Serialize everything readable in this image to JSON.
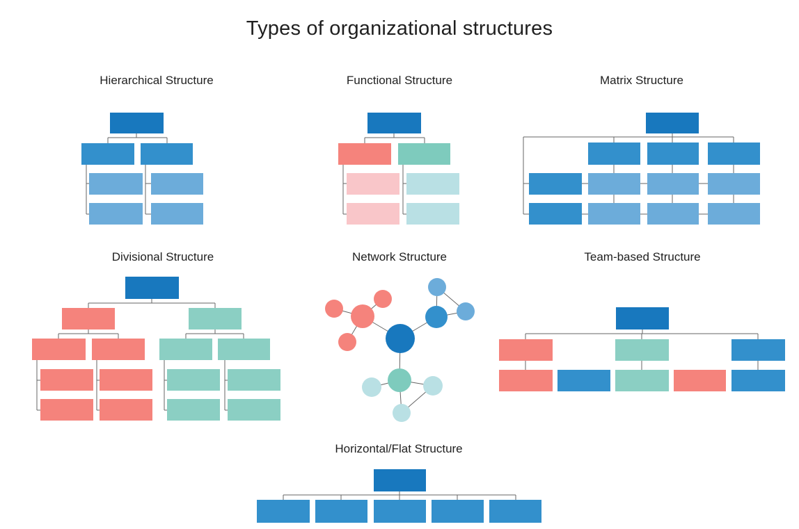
{
  "title": "Types of organizational structures",
  "colors": {
    "blue_dark": "#1878be",
    "blue": "#3390cc",
    "blue_light": "#6cacda",
    "salmon": "#f5837c",
    "pink": "#f9c6c9",
    "teal": "#7ecbbd",
    "teal_soft": "#8bcfc3",
    "cyan": "#b9e0e4",
    "line": "#646464",
    "text": "#1f1f1f"
  },
  "panels": [
    {
      "id": "hierarchical",
      "label": "Hierarchical Structure",
      "boxes": [
        [
          158,
          162,
          77,
          30,
          "blue_dark"
        ],
        [
          117,
          206,
          76,
          31,
          "blue"
        ],
        [
          202,
          206,
          75,
          31,
          "blue"
        ],
        [
          128,
          249,
          77,
          31,
          "blue_light"
        ],
        [
          217,
          249,
          75,
          31,
          "blue_light"
        ],
        [
          128,
          292,
          77,
          31,
          "blue_light"
        ],
        [
          217,
          292,
          75,
          31,
          "blue_light"
        ]
      ],
      "lines": [
        [
          196,
          192,
          196,
          198
        ],
        [
          155,
          198,
          240,
          198
        ],
        [
          155,
          198,
          155,
          206
        ],
        [
          240,
          198,
          240,
          206
        ],
        [
          124,
          237,
          124,
          308
        ],
        [
          124,
          264,
          128,
          264
        ],
        [
          124,
          308,
          128,
          308
        ],
        [
          209,
          237,
          209,
          308
        ],
        [
          209,
          264,
          217,
          264
        ],
        [
          209,
          308,
          217,
          308
        ]
      ]
    },
    {
      "id": "functional",
      "label": "Functional Structure",
      "boxes": [
        [
          528,
          162,
          77,
          30,
          "blue_dark"
        ],
        [
          486,
          206,
          76,
          31,
          "salmon"
        ],
        [
          572,
          206,
          75,
          31,
          "teal"
        ],
        [
          498,
          249,
          76,
          31,
          "pink"
        ],
        [
          584,
          249,
          76,
          31,
          "cyan"
        ],
        [
          498,
          292,
          76,
          31,
          "pink"
        ],
        [
          584,
          292,
          76,
          31,
          "cyan"
        ]
      ],
      "lines": [
        [
          566,
          192,
          566,
          198
        ],
        [
          524,
          198,
          610,
          198
        ],
        [
          524,
          198,
          524,
          206
        ],
        [
          610,
          198,
          610,
          206
        ],
        [
          493,
          237,
          493,
          308
        ],
        [
          493,
          264,
          498,
          264
        ],
        [
          493,
          308,
          498,
          308
        ],
        [
          579,
          237,
          579,
          308
        ],
        [
          579,
          264,
          584,
          264
        ],
        [
          579,
          308,
          584,
          308
        ]
      ]
    },
    {
      "id": "matrix",
      "label": "Matrix Structure",
      "boxes": [
        [
          928,
          162,
          76,
          30,
          "blue_dark"
        ],
        [
          845,
          205,
          75,
          32,
          "blue"
        ],
        [
          930,
          205,
          74,
          32,
          "blue"
        ],
        [
          1017,
          205,
          75,
          32,
          "blue"
        ],
        [
          760,
          249,
          76,
          31,
          "blue"
        ],
        [
          760,
          292,
          76,
          31,
          "blue"
        ],
        [
          845,
          249,
          75,
          31,
          "blue_light"
        ],
        [
          930,
          249,
          74,
          31,
          "blue_light"
        ],
        [
          1017,
          249,
          75,
          31,
          "blue_light"
        ],
        [
          845,
          292,
          75,
          31,
          "blue_light"
        ],
        [
          930,
          292,
          74,
          31,
          "blue_light"
        ],
        [
          1017,
          292,
          75,
          31,
          "blue_light"
        ]
      ],
      "lines": [
        [
          966,
          192,
          966,
          197
        ],
        [
          752,
          197,
          1054,
          197
        ],
        [
          882,
          197,
          882,
          205
        ],
        [
          966,
          197,
          966,
          205
        ],
        [
          1054,
          197,
          1054,
          205
        ],
        [
          752,
          197,
          752,
          308
        ],
        [
          752,
          264,
          760,
          264
        ],
        [
          752,
          308,
          760,
          308
        ],
        [
          882,
          237,
          882,
          249
        ],
        [
          966,
          237,
          966,
          249
        ],
        [
          1054,
          237,
          1054,
          249
        ],
        [
          882,
          280,
          882,
          292
        ],
        [
          966,
          280,
          966,
          292
        ],
        [
          1054,
          280,
          1054,
          292
        ],
        [
          836,
          264,
          845,
          264
        ],
        [
          920,
          264,
          930,
          264
        ],
        [
          1004,
          264,
          1017,
          264
        ],
        [
          836,
          308,
          845,
          308
        ],
        [
          920,
          308,
          930,
          308
        ],
        [
          1004,
          308,
          1017,
          308
        ]
      ]
    },
    {
      "id": "divisional",
      "label": "Divisional Structure",
      "boxes": [
        [
          180,
          398,
          77,
          32,
          "blue_dark"
        ],
        [
          89,
          443,
          76,
          31,
          "salmon"
        ],
        [
          271,
          443,
          76,
          31,
          "teal_soft"
        ],
        [
          46,
          487,
          77,
          31,
          "salmon"
        ],
        [
          132,
          487,
          76,
          31,
          "salmon"
        ],
        [
          229,
          487,
          76,
          31,
          "teal_soft"
        ],
        [
          313,
          487,
          75,
          31,
          "teal_soft"
        ],
        [
          58,
          531,
          76,
          31,
          "salmon"
        ],
        [
          143,
          531,
          76,
          31,
          "salmon"
        ],
        [
          240,
          531,
          76,
          31,
          "teal_soft"
        ],
        [
          327,
          531,
          76,
          31,
          "teal_soft"
        ],
        [
          58,
          574,
          76,
          31,
          "salmon"
        ],
        [
          143,
          574,
          76,
          31,
          "salmon"
        ],
        [
          240,
          574,
          76,
          31,
          "teal_soft"
        ],
        [
          327,
          574,
          76,
          31,
          "teal_soft"
        ]
      ],
      "lines": [
        [
          218,
          430,
          218,
          436
        ],
        [
          127,
          436,
          309,
          436
        ],
        [
          127,
          436,
          127,
          443
        ],
        [
          309,
          436,
          309,
          443
        ],
        [
          127,
          474,
          127,
          480
        ],
        [
          84,
          480,
          170,
          480
        ],
        [
          84,
          480,
          84,
          487
        ],
        [
          170,
          480,
          170,
          487
        ],
        [
          309,
          474,
          309,
          480
        ],
        [
          267,
          480,
          350,
          480
        ],
        [
          267,
          480,
          267,
          487
        ],
        [
          350,
          480,
          350,
          487
        ],
        [
          53,
          518,
          53,
          590
        ],
        [
          53,
          547,
          58,
          547
        ],
        [
          53,
          590,
          58,
          590
        ],
        [
          139,
          518,
          139,
          590
        ],
        [
          139,
          547,
          143,
          547
        ],
        [
          139,
          590,
          143,
          590
        ],
        [
          236,
          518,
          236,
          590
        ],
        [
          236,
          547,
          240,
          547
        ],
        [
          236,
          590,
          240,
          590
        ],
        [
          323,
          518,
          323,
          590
        ],
        [
          323,
          547,
          327,
          547
        ],
        [
          323,
          590,
          327,
          590
        ]
      ]
    },
    {
      "id": "network",
      "label": "Network Structure",
      "lines": [
        [
          575,
          487,
          521,
          455
        ],
        [
          575,
          487,
          627,
          456
        ],
        [
          575,
          487,
          574,
          547
        ],
        [
          521,
          455,
          480,
          444
        ],
        [
          521,
          455,
          550,
          430
        ],
        [
          521,
          455,
          499,
          492
        ],
        [
          627,
          456,
          628,
          413
        ],
        [
          627,
          456,
          669,
          448
        ],
        [
          628,
          413,
          669,
          448
        ],
        [
          574,
          547,
          534,
          557
        ],
        [
          574,
          547,
          622,
          555
        ],
        [
          574,
          547,
          577,
          594
        ],
        [
          622,
          555,
          577,
          594
        ]
      ],
      "circles": [
        [
          521,
          455,
          17,
          "salmon"
        ],
        [
          480,
          444,
          13,
          "salmon"
        ],
        [
          550,
          430,
          13,
          "salmon"
        ],
        [
          499,
          492,
          13,
          "salmon"
        ],
        [
          627,
          456,
          16,
          "blue"
        ],
        [
          628,
          413,
          13,
          "blue_light"
        ],
        [
          669,
          448,
          13,
          "blue_light"
        ],
        [
          574,
          547,
          17,
          "teal"
        ],
        [
          534,
          557,
          14,
          "cyan"
        ],
        [
          622,
          555,
          14,
          "cyan"
        ],
        [
          577,
          594,
          13,
          "cyan"
        ],
        [
          575,
          487,
          21,
          "blue_dark"
        ]
      ]
    },
    {
      "id": "team-based",
      "label": "Team-based Structure",
      "boxes": [
        [
          885,
          442,
          76,
          32,
          "blue_dark"
        ],
        [
          717,
          488,
          77,
          31,
          "salmon"
        ],
        [
          884,
          488,
          77,
          31,
          "teal_soft"
        ],
        [
          1051,
          488,
          77,
          31,
          "blue"
        ],
        [
          717,
          532,
          77,
          31,
          "salmon"
        ],
        [
          801,
          532,
          76,
          31,
          "blue"
        ],
        [
          884,
          532,
          77,
          31,
          "teal_soft"
        ],
        [
          968,
          532,
          75,
          31,
          "salmon"
        ],
        [
          1051,
          532,
          77,
          31,
          "blue"
        ]
      ],
      "lines": [
        [
          923,
          474,
          923,
          480
        ],
        [
          755,
          480,
          1089,
          480
        ],
        [
          755,
          480,
          755,
          488
        ],
        [
          922,
          480,
          922,
          488
        ],
        [
          1089,
          480,
          1089,
          488
        ],
        [
          755,
          519,
          755,
          532
        ],
        [
          922,
          519,
          922,
          532
        ],
        [
          1089,
          519,
          1089,
          532
        ]
      ]
    },
    {
      "id": "horizontal-flat",
      "label": "Horizontal/Flat Structure",
      "boxes": [
        [
          537,
          675,
          75,
          32,
          "blue_dark"
        ],
        [
          369,
          719,
          76,
          33,
          "blue"
        ],
        [
          453,
          719,
          75,
          33,
          "blue"
        ],
        [
          537,
          719,
          75,
          33,
          "blue"
        ],
        [
          620,
          719,
          75,
          33,
          "blue"
        ],
        [
          703,
          719,
          75,
          33,
          "blue"
        ]
      ],
      "lines": [
        [
          574,
          707,
          574,
          712
        ],
        [
          407,
          712,
          741,
          712
        ],
        [
          407,
          712,
          407,
          719
        ],
        [
          490,
          712,
          490,
          719
        ],
        [
          574,
          712,
          574,
          719
        ],
        [
          657,
          712,
          657,
          719
        ],
        [
          741,
          712,
          741,
          719
        ]
      ]
    }
  ]
}
